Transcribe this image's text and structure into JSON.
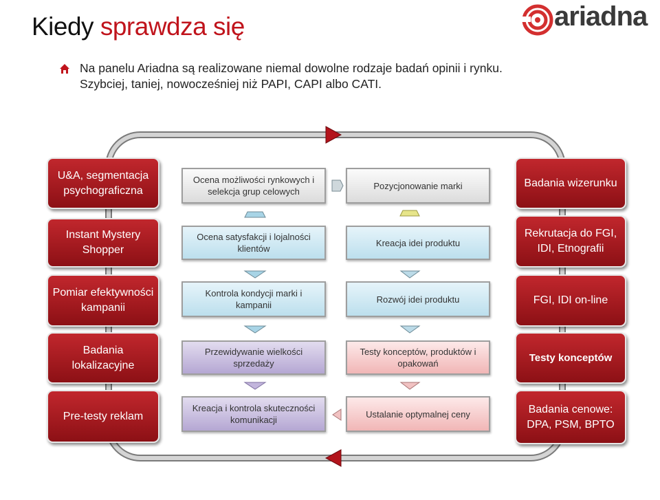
{
  "header": {
    "title_main": "Kiedy ",
    "title_accent": "sprawdza się",
    "logo_text": "ariadna"
  },
  "intro": {
    "line1": "Na panelu Ariadna są realizowane niemal dowolne rodzaje badań opinii i rynku.",
    "line2": "Szybciej, taniej, nowocześniej niż PAPI, CAPI albo CATI."
  },
  "colors": {
    "accent": "#c0141c",
    "red_box": "#a8191f",
    "blue_box": "#c9e6f1",
    "purple_box": "#c2b5dc",
    "pink_box": "#f5c6c6"
  },
  "left_column": [
    "U&A, segmentacja psychograficzna",
    "Instant Mystery Shopper",
    "Pomiar efektywności kampanii",
    "Badania lokalizacyjne",
    "Pre-testy reklam"
  ],
  "column2": [
    "Ocena możliwości rynkowych i selekcja grup celowych",
    "Ocena satysfakcji i lojalności klientów",
    "Kontrola kondycji marki i kampanii",
    "Przewidywanie wielkości sprzedaży",
    "Kreacja i kontrola skuteczności komunikacji"
  ],
  "column3": [
    "Pozycjonowanie marki",
    "Kreacja idei produktu",
    "Rozwój idei produktu",
    "Testy konceptów, produktów i opakowań",
    "Ustalanie optymalnej ceny"
  ],
  "right_column": [
    "Badania wizerunku",
    "Rekrutacja do FGI, IDI, Etnografii",
    "FGI, IDI on-line",
    "Testy konceptów",
    "Badania cenowe: DPA, PSM, BPTO"
  ]
}
